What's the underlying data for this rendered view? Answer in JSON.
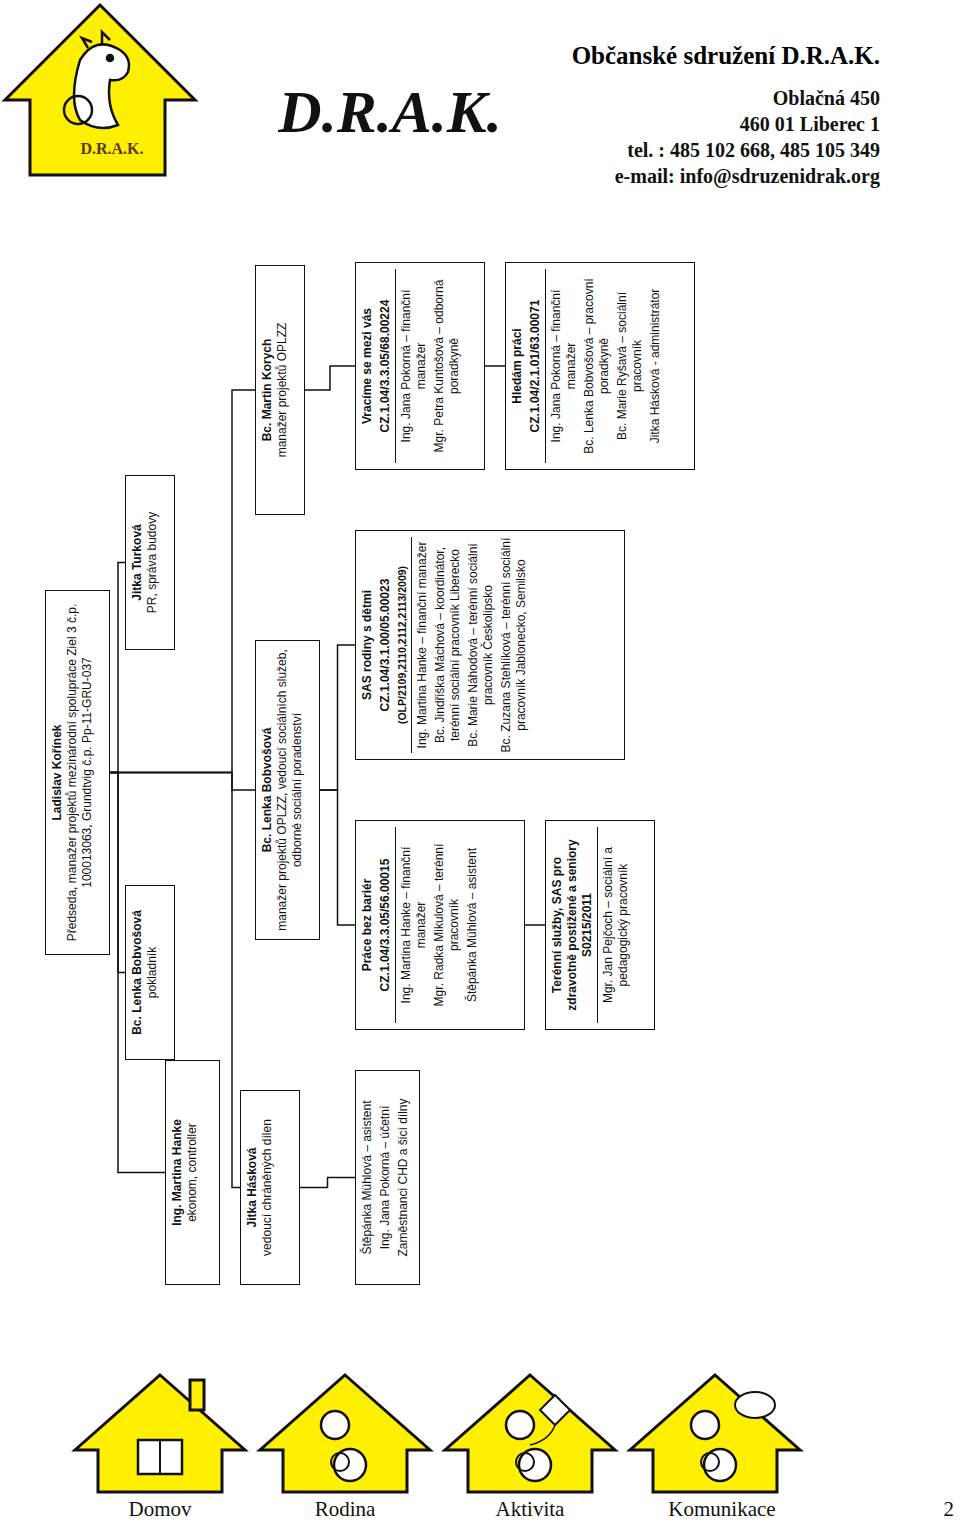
{
  "diagram": {
    "title": "Občanské sdružení D.R.A.K.",
    "nodes": [
      {
        "text": [
          "Ladislav Kořínek",
          "Předseda, manažer projektů mezinárodní spolupráce Ziel 3 č.p. 100013063, Grundtvig č.p. Pp-11-GRU-037"
        ]
      },
      {
        "text": [
          "Bc. Lenka Bobvošová",
          "pokladník"
        ]
      },
      {
        "text": [
          "Jitka Turková",
          "PR, správa budovy"
        ]
      },
      {
        "text": [
          "Ing. Martina Hanke",
          "ekonom, controller"
        ]
      },
      {
        "text": [
          "Jitka Hásková",
          "vedoucí chráněných dílen"
        ]
      },
      {
        "text": [
          "Bc. Lenka Bobvošová",
          "manažer projektů OPLZZ, vedoucí sociálních služeb, odborné sociální poradenství"
        ]
      },
      {
        "text": [
          "Bc. Martin Korych",
          "manažer projektů OPLZZ"
        ]
      },
      {
        "text": [
          "Štěpánka Mühlová – asistent",
          "Ing. Jana Pokorná – účetní",
          "Zaměstnanci CHD a šicí dílny"
        ]
      },
      {
        "text": [
          "Práce bez bariér",
          "CZ.1.04/3.3.05/56.00015",
          "Ing. Martina Hanke – finanční manažer",
          "Mgr. Radka Mikulová – terénní pracovník",
          "Štěpánka Mühlová – asistent"
        ]
      },
      {
        "text": [
          "SAS rodiny s dětmi",
          "CZ.1.04/3.1.00/05.00023",
          "(OLP/2109,2110,2112,2113/2009)",
          "Ing. Martina Hanke – finanční manažer",
          "Bc. Jindřiška Máchová – koordinátor, terénní sociální pracovník Liberecko",
          "Bc. Marie Náhodová – terénní sociální pracovník Českolipsko",
          "Bc. Zuzana Stehlíková – terénní sociální pracovník Jablonecko, Semilsko"
        ]
      },
      {
        "text": [
          "Vracíme se mezi vás",
          "CZ.1.04/3.3.05/68.00224",
          "Ing. Jana Pokorná – finanční manažer",
          "Mgr. Petra Kuntošová – odborná poradkyně"
        ]
      },
      {
        "text": [
          "Terénní služby, SAS pro zdravotně postižené a seniory S0215/2011",
          "Mgr. Jan Pejčoch – sociální a pedagogický pracovník"
        ]
      },
      {
        "text": [
          "Hledám práci",
          "CZ.1.04/2.1.01/63.00071",
          "Ing. Jana Pokorná – finanční manažer",
          "Bc. Lenka Bobvošová – pracovní poradkyně",
          "Bc. Marie Ryšavá – sociální pracovník",
          "Jitka Hásková - administrátor"
        ]
      }
    ],
    "edges": [
      {
        "from": 0,
        "to": 1,
        "arrow": "none"
      },
      {
        "from": 0,
        "to": 2,
        "arrow": "none"
      },
      {
        "from": 0,
        "to": 3,
        "arrow": "none"
      },
      {
        "from": 0,
        "to": 4,
        "arrow": "none"
      },
      {
        "from": 0,
        "to": 5,
        "arrow": "none"
      },
      {
        "from": 0,
        "to": 6,
        "arrow": "none"
      },
      {
        "from": 4,
        "to": 7,
        "arrow": "none"
      },
      {
        "from": 5,
        "to": 8,
        "arrow": "none"
      },
      {
        "from": 5,
        "to": 9,
        "arrow": "none"
      },
      {
        "from": 8,
        "to": 11,
        "arrow": "none"
      },
      {
        "from": 6,
        "to": 10,
        "arrow": "none"
      },
      {
        "from": 10,
        "to": 12,
        "arrow": "none"
      }
    ],
    "labels": [
      "D.R.A.K.",
      "D.R.A.K.",
      "Oblačná 450",
      "460 01  Liberec 1",
      "tel. :  485 102 668, 485 105 349",
      "e-mail: info@sdruzenidrak.org",
      "Domov",
      "Rodina",
      "Aktivita",
      "Komunikace",
      "2"
    ]
  }
}
